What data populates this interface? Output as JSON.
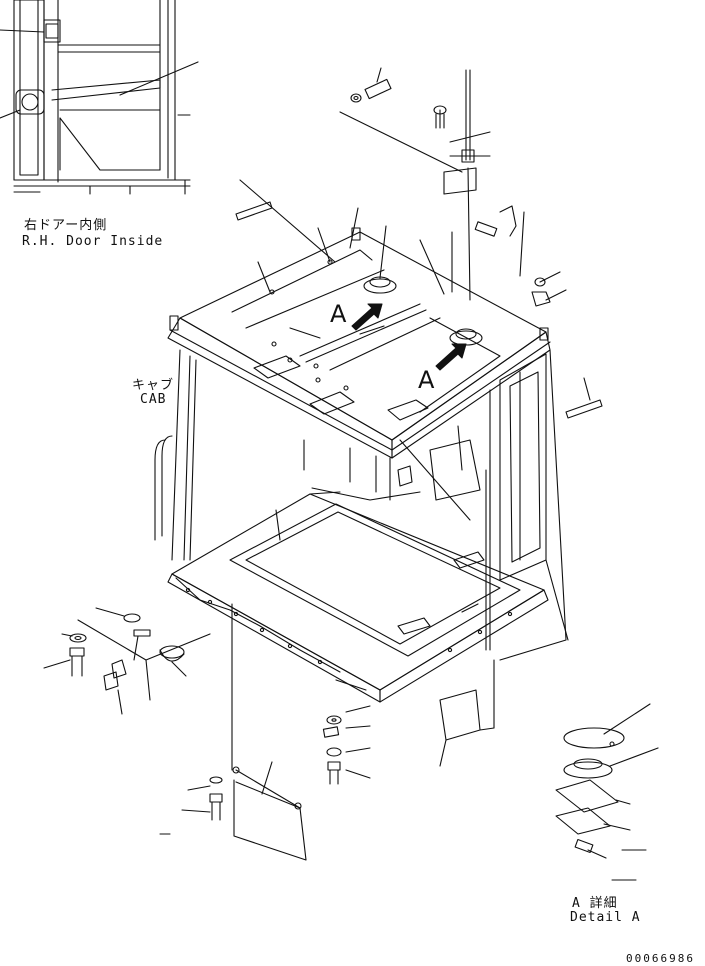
{
  "labels": {
    "door_inside_jp": "右ドアー内側",
    "door_inside_en": "R.H. Door Inside",
    "cab_jp": "キャブ",
    "cab_en": "CAB",
    "detail_jp": "A 詳細",
    "detail_en": "Detail A",
    "view_marker_1": "A",
    "view_marker_2": "A",
    "part_number": "00066986"
  },
  "colors": {
    "line": "#111111",
    "background": "#ffffff"
  }
}
